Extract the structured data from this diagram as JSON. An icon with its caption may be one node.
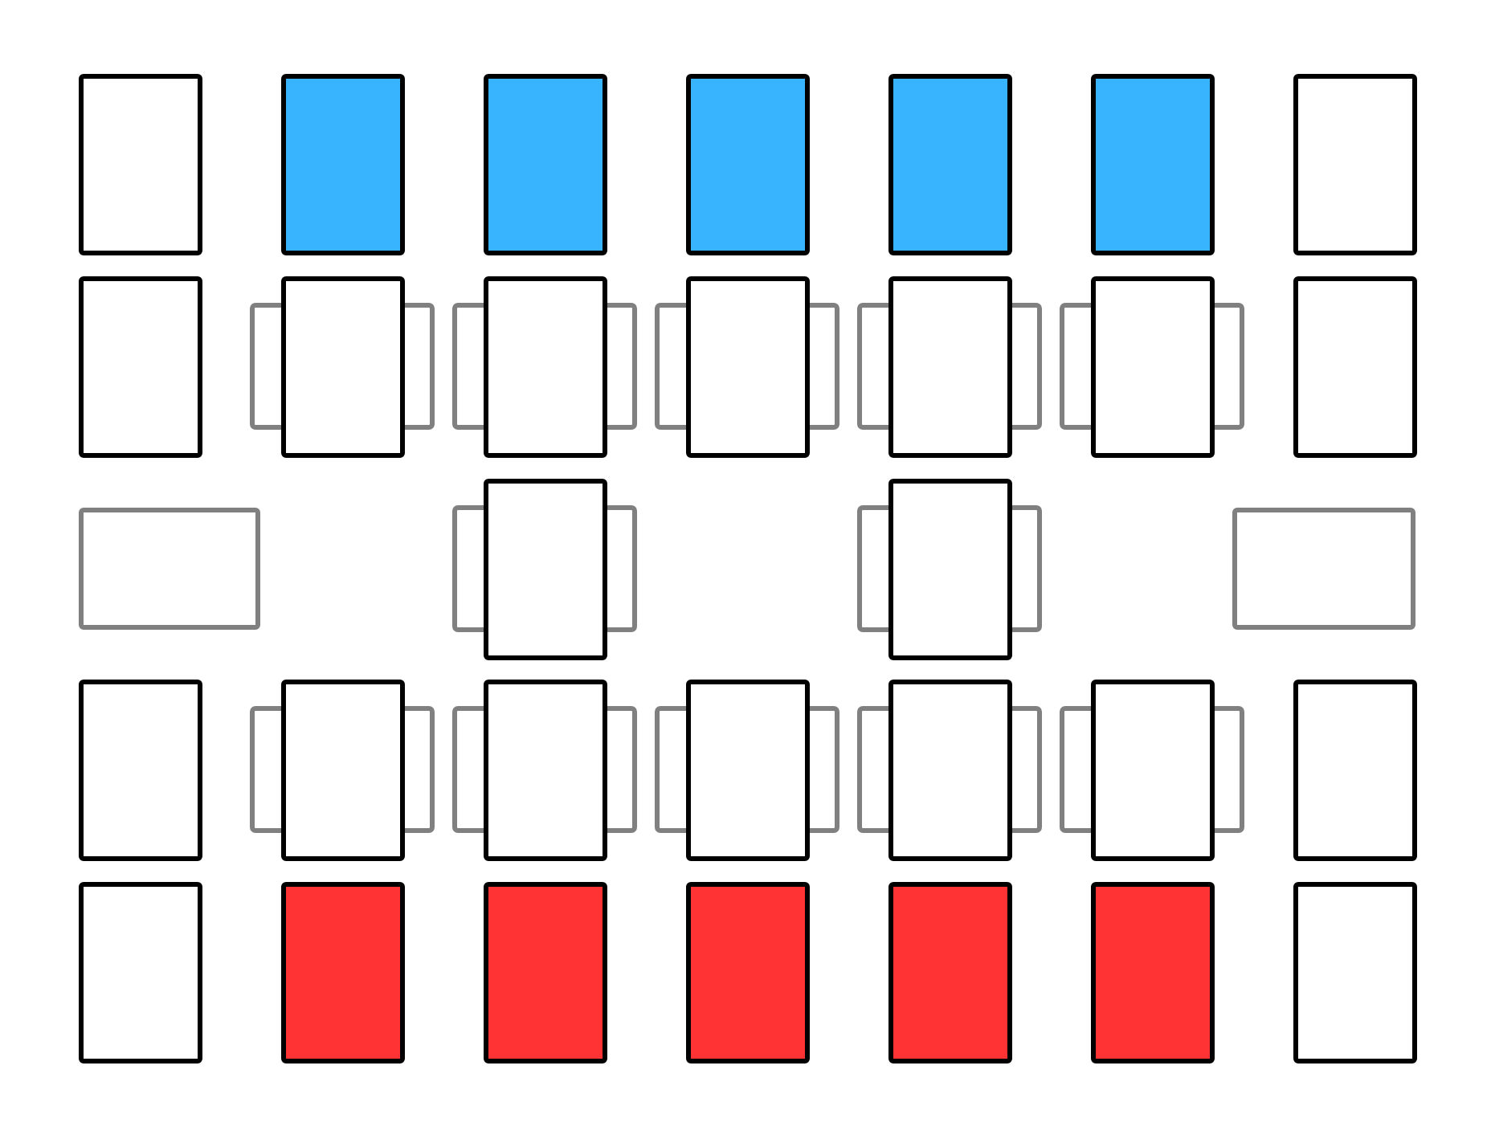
{
  "diagram": {
    "nodes": [
      {
        "text": [],
        "shape": "box"
      },
      {
        "text": [],
        "shape": "box"
      },
      {
        "text": [],
        "shape": "box"
      },
      {
        "text": [],
        "shape": "box"
      },
      {
        "text": [],
        "shape": "box"
      },
      {
        "text": [],
        "shape": "box"
      },
      {
        "text": [],
        "shape": "box"
      },
      {
        "text": [],
        "shape": "box"
      },
      {
        "text": [],
        "shape": "box"
      },
      {
        "text": [],
        "shape": "box"
      },
      {
        "text": [],
        "shape": "box"
      },
      {
        "text": [],
        "shape": "box"
      },
      {
        "text": [],
        "shape": "box"
      },
      {
        "text": [],
        "shape": "box"
      },
      {
        "text": [],
        "shape": "box"
      },
      {
        "text": [],
        "shape": "box"
      },
      {
        "text": [],
        "shape": "box"
      },
      {
        "text": [],
        "shape": "box"
      },
      {
        "text": [],
        "shape": "box"
      },
      {
        "text": [],
        "shape": "box"
      },
      {
        "text": [],
        "shape": "box"
      },
      {
        "text": [],
        "shape": "box"
      },
      {
        "text": [],
        "shape": "box"
      },
      {
        "text": [],
        "shape": "box"
      },
      {
        "text": [],
        "shape": "box"
      },
      {
        "text": [],
        "shape": "box"
      },
      {
        "text": [],
        "shape": "box"
      },
      {
        "text": [],
        "shape": "box"
      },
      {
        "text": [],
        "shape": "box"
      },
      {
        "text": [],
        "shape": "box"
      },
      {
        "text": [],
        "shape": "box"
      },
      {
        "text": [],
        "shape": "box"
      }
    ]
  }
}
